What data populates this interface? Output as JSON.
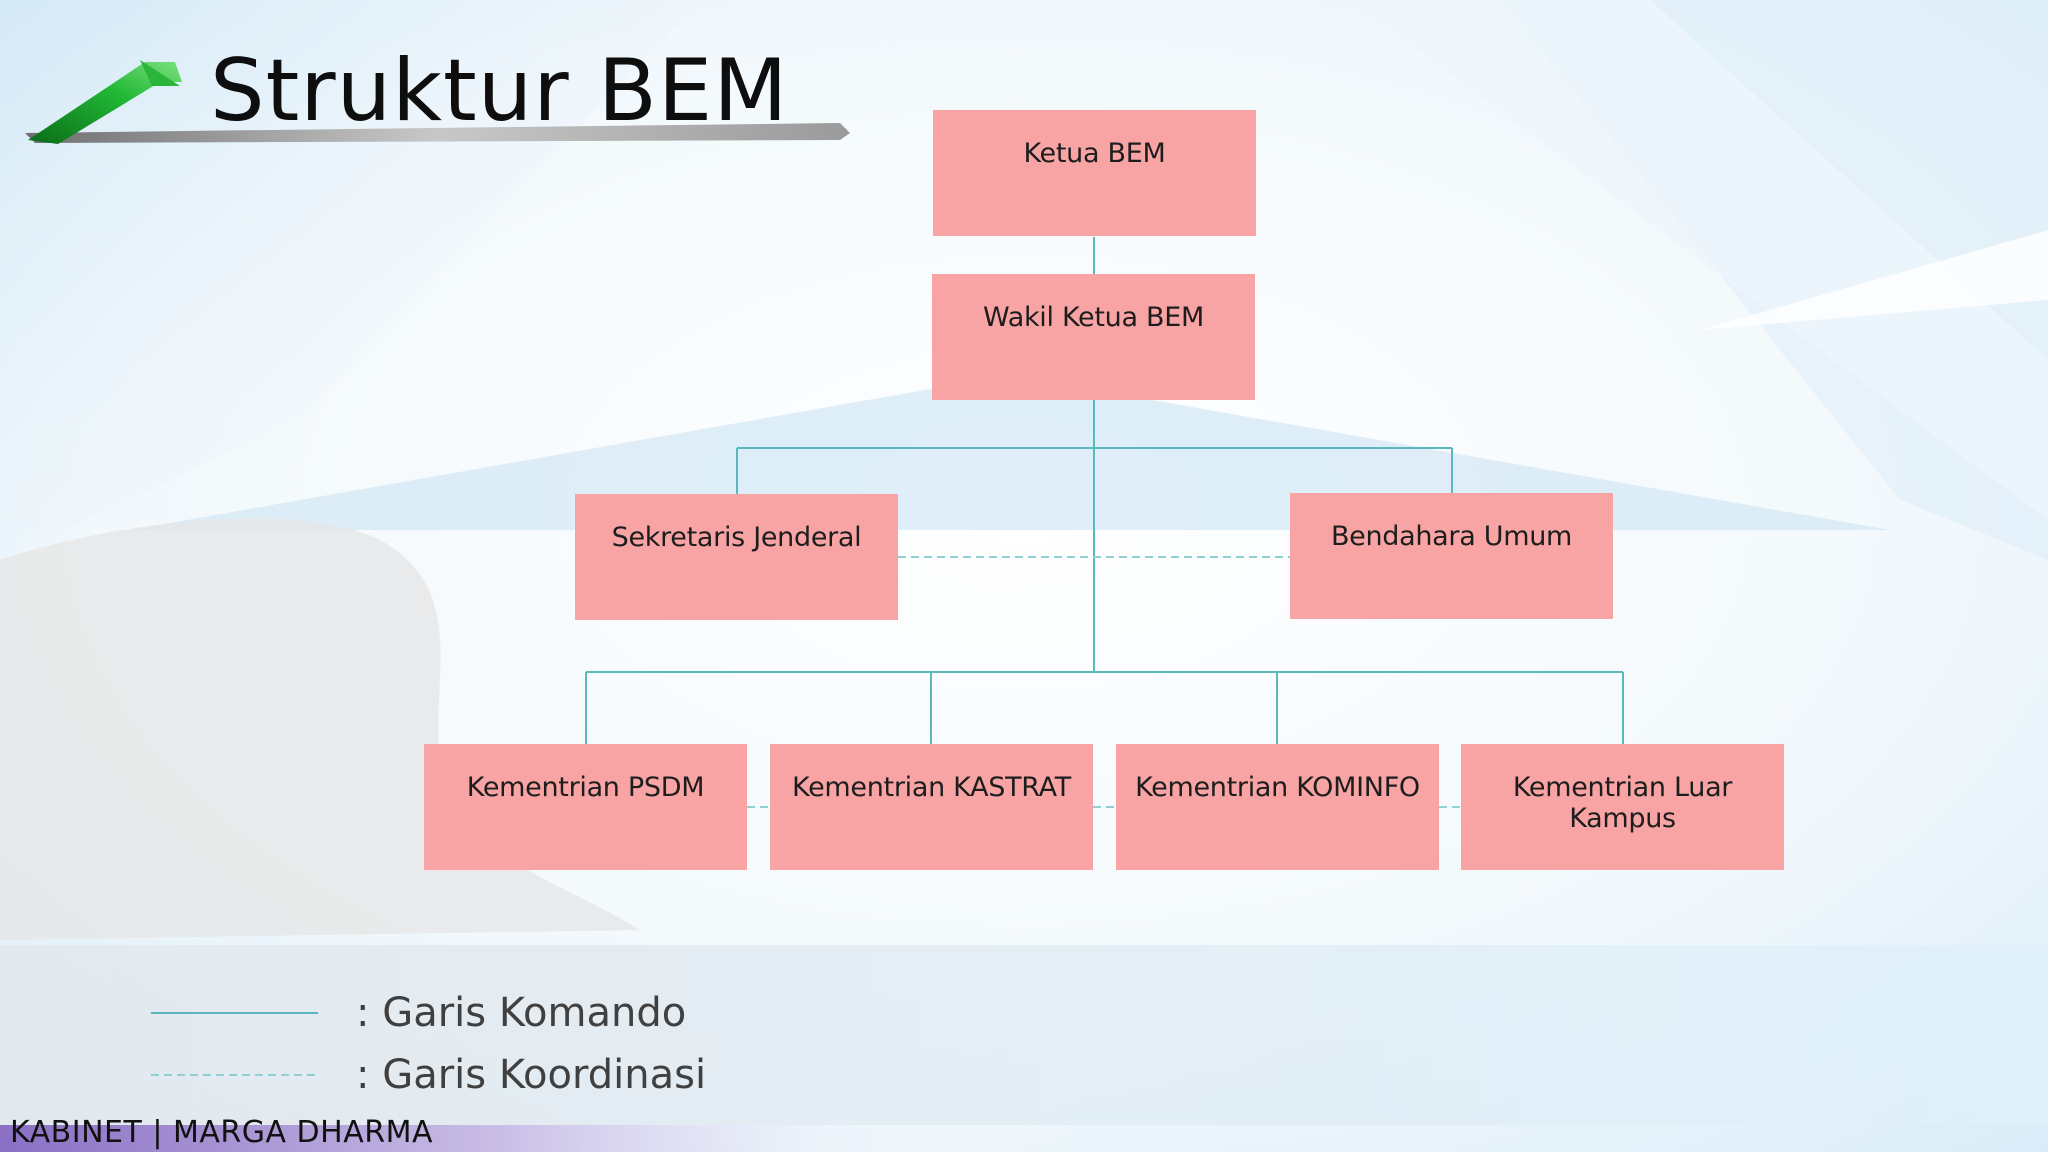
{
  "slide": {
    "title": "Struktur BEM",
    "footer": "KABINET | MARGA DHARMA"
  },
  "org_chart": {
    "nodes": {
      "ketua": "Ketua BEM",
      "wakil": "Wakil Ketua BEM",
      "sekjen": "Sekretaris Jenderal",
      "bendahara": "Bendahara Umum",
      "psdm": "Kementrian PSDM",
      "kastrat": "Kementrian KASTRAT",
      "kominfo": "Kementrian KOMINFO",
      "luar_kampus": "Kementrian Luar Kampus"
    },
    "legend": {
      "komando": ": Garis Komando",
      "koordinasi": ": Garis Koordinasi"
    }
  },
  "colors": {
    "box_fill": "#f8a4a4",
    "command_line": "#5bb8bd",
    "coordination_line": "#8fd0d4",
    "accent_green": "#1a9a2a",
    "footer_purple": "#9a82cc"
  }
}
